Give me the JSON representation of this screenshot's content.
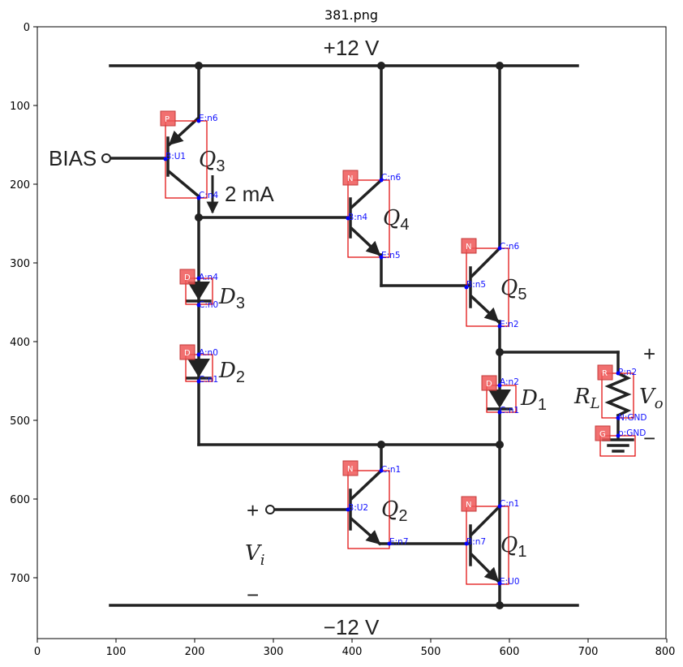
{
  "figure": {
    "title": "381.png",
    "x_ticks": [
      "0",
      "100",
      "200",
      "300",
      "400",
      "500",
      "600",
      "700",
      "800"
    ],
    "y_ticks": [
      "0",
      "100",
      "200",
      "300",
      "400",
      "500",
      "600",
      "700"
    ]
  },
  "circuit": {
    "rail_top": "+12 V",
    "rail_bottom": "−12 V",
    "bias_label": "BIAS",
    "current_label": "2 mA",
    "plus_sign": "+",
    "minus_sign": "−",
    "vi_label": "V",
    "vi_sub": "i",
    "vo_label": "V",
    "vo_sub": "o",
    "rl_label": "R",
    "rl_sub": "L",
    "transistors": [
      {
        "name": "Q",
        "num": "3"
      },
      {
        "name": "Q",
        "num": "4"
      },
      {
        "name": "Q",
        "num": "5"
      },
      {
        "name": "Q",
        "num": "2"
      },
      {
        "name": "Q",
        "num": "1"
      }
    ],
    "diodes": [
      {
        "name": "D",
        "num": "3"
      },
      {
        "name": "D",
        "num": "2"
      },
      {
        "name": "D",
        "num": "1"
      }
    ]
  },
  "annotations": {
    "badges": [
      "P",
      "N",
      "N",
      "N",
      "N",
      "D",
      "D",
      "D",
      "R",
      "G"
    ],
    "pins": [
      "E:n6",
      "B:U1",
      "C:n4",
      "C:n6",
      "B:n4",
      "E:n5",
      "C:n6",
      "B:n5",
      "E:n2",
      "C:n1",
      "B:U2",
      "E:n7",
      "C:n1",
      "B:n7",
      "E:U0",
      "A:n4",
      "C:n0",
      "A:n0",
      "C:n1",
      "A:n2",
      "C:n1",
      "P:n2",
      "N:GND",
      "p:GND"
    ]
  }
}
